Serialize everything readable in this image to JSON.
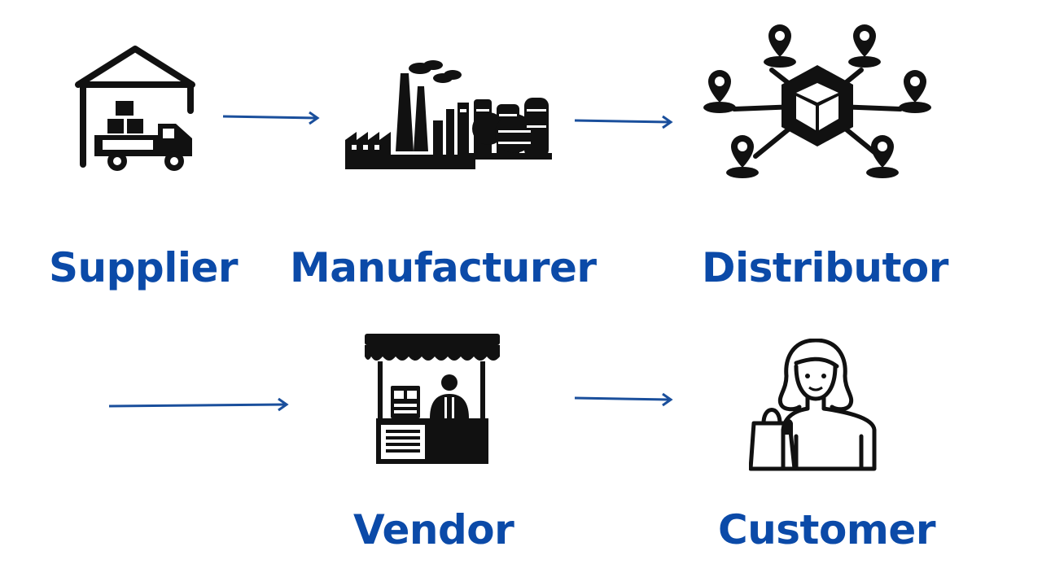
{
  "colors": {
    "label": "#0b4aa8",
    "arrow": "#1a4f9c",
    "icon": "#111111"
  },
  "nodes": [
    {
      "label": "Supplier",
      "icon": "warehouse-truck-icon"
    },
    {
      "label": "Manufacturer",
      "icon": "factory-icon"
    },
    {
      "label": "Distributor",
      "icon": "distribution-network-icon"
    },
    {
      "label": "Vendor",
      "icon": "market-stall-icon"
    },
    {
      "label": "Customer",
      "icon": "shopper-icon"
    }
  ]
}
